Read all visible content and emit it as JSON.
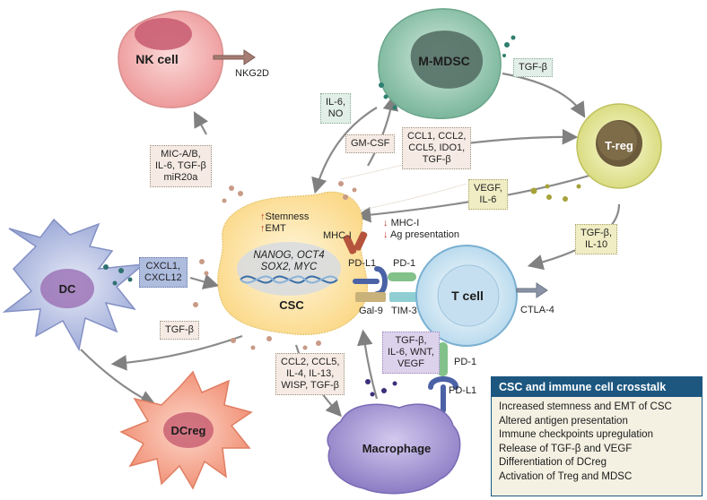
{
  "cells": {
    "nk": "NK cell",
    "mmdsc": "M-MDSC",
    "treg": "T-reg",
    "dc": "DC",
    "csc": "CSC",
    "tcell": "T cell",
    "dcreg": "DCreg",
    "macrophage": "Macrophage"
  },
  "receptors": {
    "nkg2d": "NKG2D",
    "mhc1": "MHC-I",
    "pdl1_csc": "PD-L1",
    "pd1_t": "PD-1",
    "gal9": "Gal-9",
    "tim3": "TIM-3",
    "ctla4": "CTLA-4",
    "pd1_bottom": "PD-1",
    "pdl1_mac": "PD-L1"
  },
  "csc_text": {
    "stemness": "Stemness",
    "emt": "EMT",
    "genes_line1": "NANOG, OCT4",
    "genes_line2": "SOX2, MYC",
    "mhc_down": "MHC-I",
    "ag_down": "Ag presentation"
  },
  "factor_boxes": {
    "mic": [
      "MIC-A/B,",
      "IL-6, TGF-β",
      "miR20a"
    ],
    "il6no": [
      "IL-6,",
      "NO"
    ],
    "gmcsf": [
      "GM-CSF"
    ],
    "tgfb_mdsc": [
      "TGF-β"
    ],
    "ccl_treg": [
      "CCL1, CCL2,",
      "CCL5, IDO1,",
      "TGF-β"
    ],
    "vegf": [
      "VEGF,",
      "IL-6"
    ],
    "tgfb_il10": [
      "TGF-β,",
      "IL-10"
    ],
    "cxcl": [
      "CXCL1,",
      "CXCL12"
    ],
    "tgfb_dc": [
      "TGF-β"
    ],
    "ccl_mac": [
      "CCL2, CCL5,",
      "IL-4, IL-13,",
      "WISP, TGF-β"
    ],
    "tgfb_wnt": [
      "TGF-β,",
      "IL-6, WNT,",
      "VEGF"
    ]
  },
  "summary": {
    "title": "CSC and immune cell crosstalk",
    "items": [
      "Increased stemness and EMT of CSC",
      "Altered antigen presentation",
      "Immune checkpoints upregulation",
      "Release of TGF-β and VEGF",
      "Differentiation of DCreg",
      "Activation of Treg and MDSC"
    ]
  },
  "colors": {
    "nk": "#f2a9a9",
    "mmdsc": "#8cc2ab",
    "treg": "#dde086",
    "dc": "#b4bfe2",
    "csc": "#fde7a3",
    "tcell": "#bfe0f0",
    "dcreg": "#f4a78f",
    "macrophage": "#a89ad3",
    "summary_header": "#1d5780"
  }
}
